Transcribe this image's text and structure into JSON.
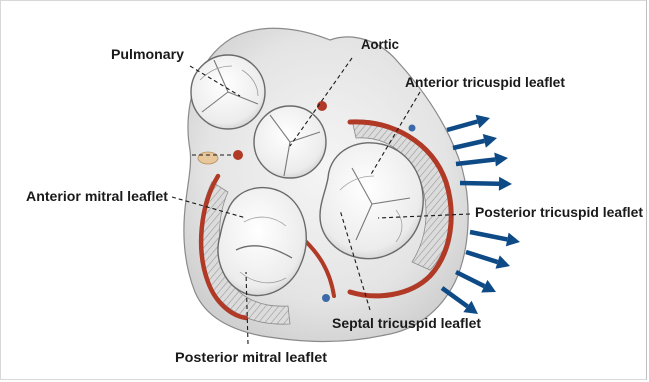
{
  "labels": {
    "pulmonary": "Pulmonary",
    "aortic": "Aortic",
    "anterior_tricuspid": "Anterior tricuspid leaflet",
    "anterior_mitral": "Anterior mitral leaflet",
    "posterior_tricuspid": "Posterior tricuspid leaflet",
    "septal_tricuspid": "Septal tricuspid leaflet",
    "posterior_mitral": "Posterior mitral leaflet"
  },
  "colors": {
    "arrow": "#0d4a86",
    "artery": "#b03a26",
    "tissue": "#e6e6e6",
    "outline": "#6a6a6a",
    "valve": "#f3f3f3"
  }
}
